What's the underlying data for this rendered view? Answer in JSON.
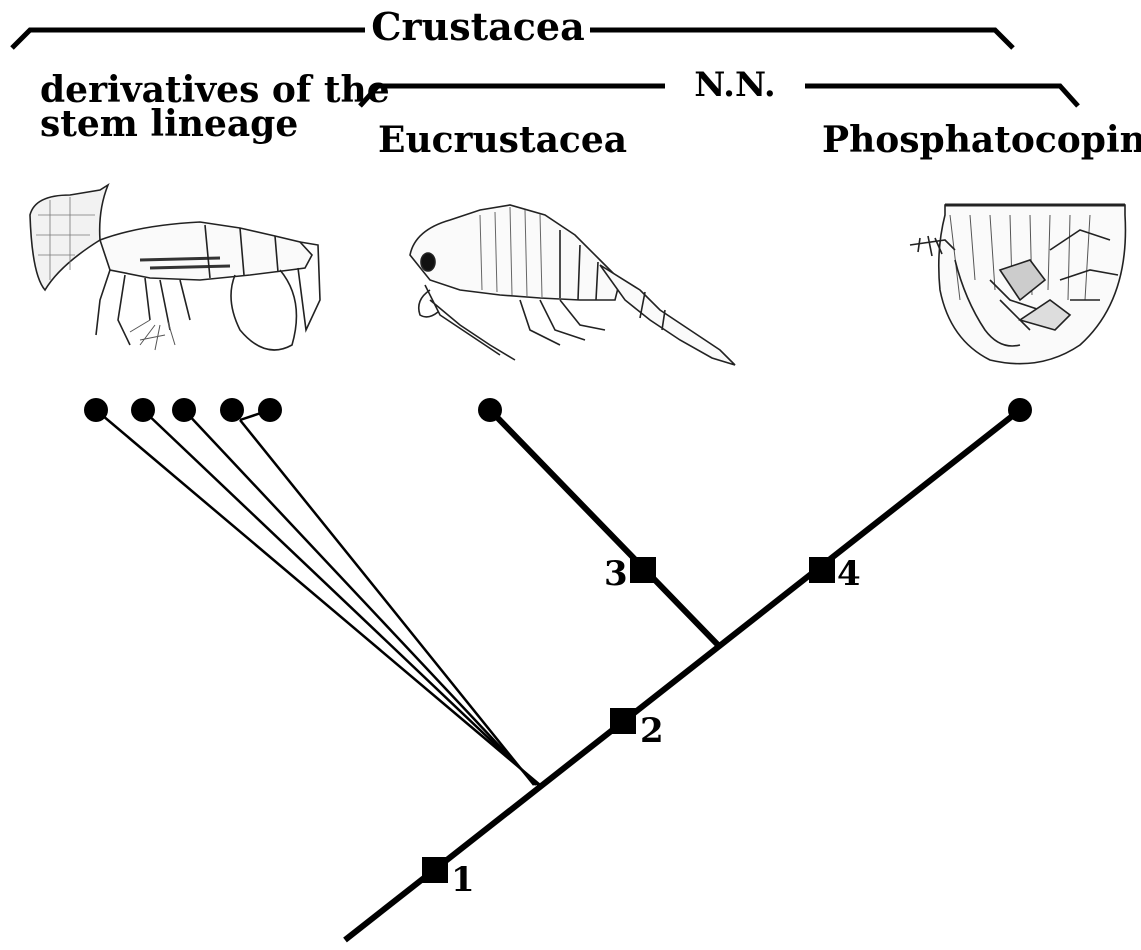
{
  "groups": {
    "crustacea": "Crustacea",
    "nn": "N.N."
  },
  "taxa": {
    "stem_line1": "derivatives of the",
    "stem_line2": "stem lineage",
    "eucrustacea": "Eucrustacea",
    "phosphatocopina": "Phosphatocopina"
  },
  "markers": {
    "m1": "1",
    "m2": "2",
    "m3": "3",
    "m4": "4"
  },
  "illustrations": {
    "stem": "stem-lineage-crustacean-drawing",
    "eucrustacea": "eucrustacean-larva-drawing",
    "phosphatocopina": "phosphatocopine-drawing"
  }
}
